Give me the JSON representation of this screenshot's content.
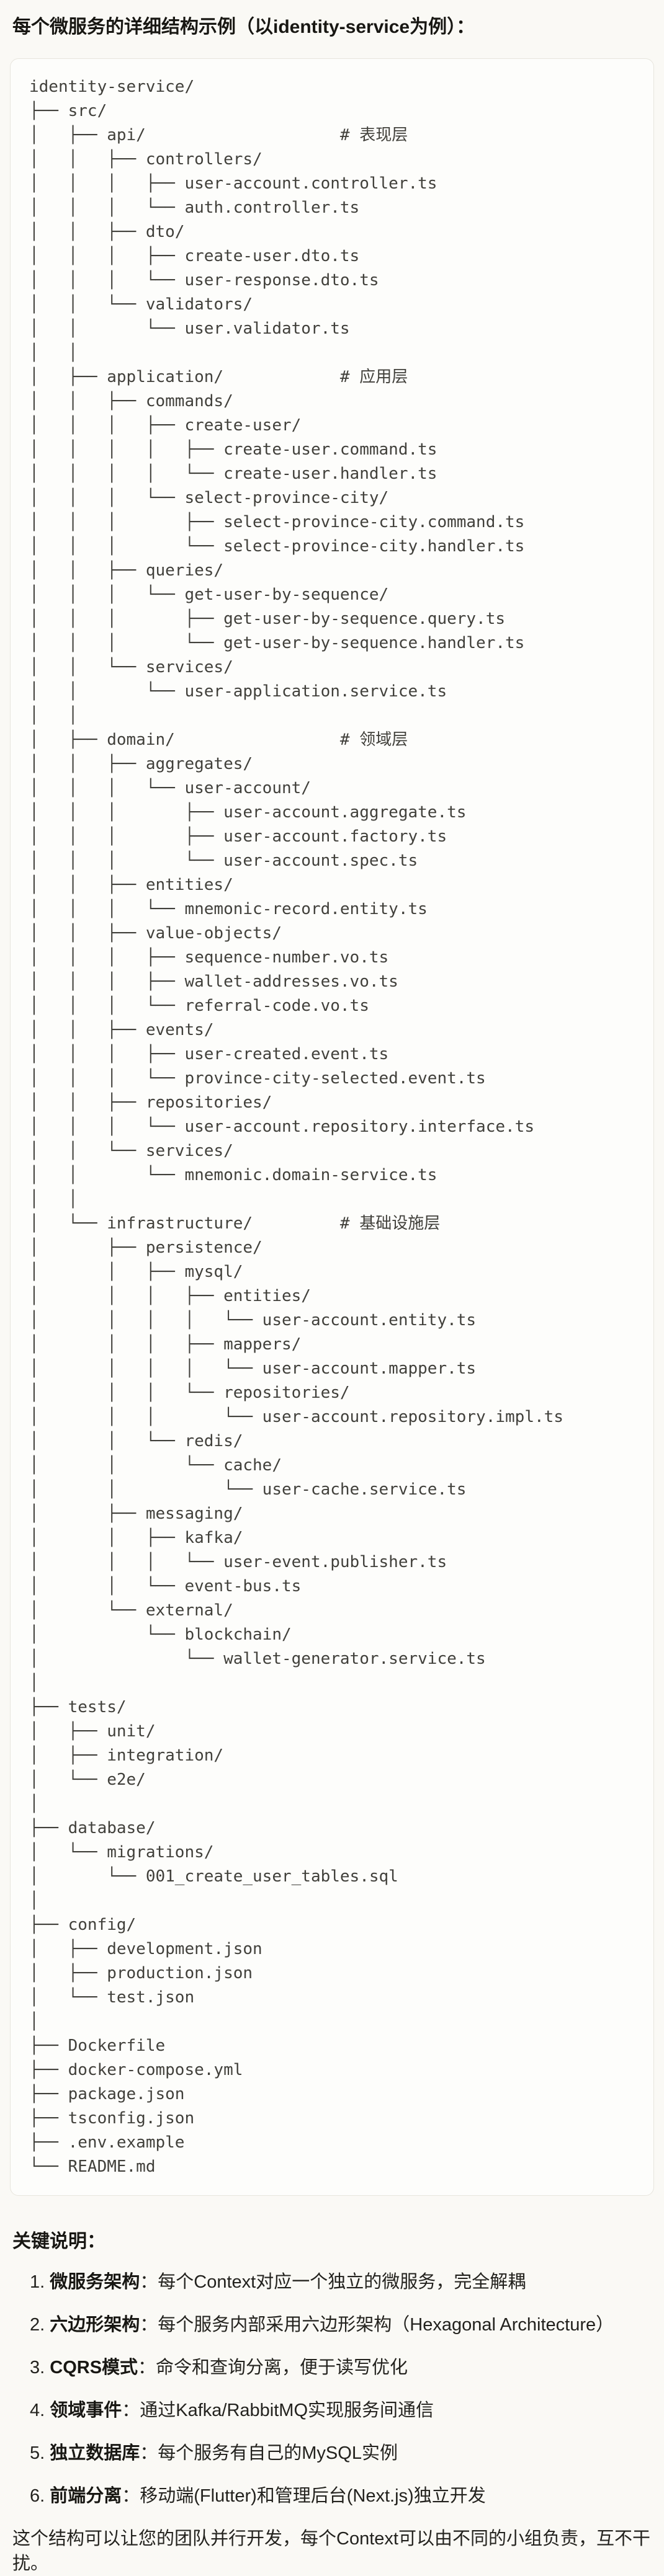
{
  "page": {
    "title": "每个微服务的详细结构示例（以identity-service为例）："
  },
  "code_block": {
    "lines": [
      "identity-service/",
      "├── src/",
      "│   ├── api/                    # 表现层",
      "│   │   ├── controllers/",
      "│   │   │   ├── user-account.controller.ts",
      "│   │   │   └── auth.controller.ts",
      "│   │   ├── dto/",
      "│   │   │   ├── create-user.dto.ts",
      "│   │   │   └── user-response.dto.ts",
      "│   │   └── validators/",
      "│   │       └── user.validator.ts",
      "│   │",
      "│   ├── application/            # 应用层",
      "│   │   ├── commands/",
      "│   │   │   ├── create-user/",
      "│   │   │   │   ├── create-user.command.ts",
      "│   │   │   │   └── create-user.handler.ts",
      "│   │   │   └── select-province-city/",
      "│   │   │       ├── select-province-city.command.ts",
      "│   │   │       └── select-province-city.handler.ts",
      "│   │   ├── queries/",
      "│   │   │   └── get-user-by-sequence/",
      "│   │   │       ├── get-user-by-sequence.query.ts",
      "│   │   │       └── get-user-by-sequence.handler.ts",
      "│   │   └── services/",
      "│   │       └── user-application.service.ts",
      "│   │",
      "│   ├── domain/                 # 领域层",
      "│   │   ├── aggregates/",
      "│   │   │   └── user-account/",
      "│   │   │       ├── user-account.aggregate.ts",
      "│   │   │       ├── user-account.factory.ts",
      "│   │   │       └── user-account.spec.ts",
      "│   │   ├── entities/",
      "│   │   │   └── mnemonic-record.entity.ts",
      "│   │   ├── value-objects/",
      "│   │   │   ├── sequence-number.vo.ts",
      "│   │   │   ├── wallet-addresses.vo.ts",
      "│   │   │   └── referral-code.vo.ts",
      "│   │   ├── events/",
      "│   │   │   ├── user-created.event.ts",
      "│   │   │   └── province-city-selected.event.ts",
      "│   │   ├── repositories/",
      "│   │   │   └── user-account.repository.interface.ts",
      "│   │   └── services/",
      "│   │       └── mnemonic.domain-service.ts",
      "│   │",
      "│   └── infrastructure/         # 基础设施层",
      "│       ├── persistence/",
      "│       │   ├── mysql/",
      "│       │   │   ├── entities/",
      "│       │   │   │   └── user-account.entity.ts",
      "│       │   │   ├── mappers/",
      "│       │   │   │   └── user-account.mapper.ts",
      "│       │   │   └── repositories/",
      "│       │   │       └── user-account.repository.impl.ts",
      "│       │   └── redis/",
      "│       │       └── cache/",
      "│       │           └── user-cache.service.ts",
      "│       ├── messaging/",
      "│       │   ├── kafka/",
      "│       │   │   └── user-event.publisher.ts",
      "│       │   └── event-bus.ts",
      "│       └── external/",
      "│           └── blockchain/",
      "│               └── wallet-generator.service.ts",
      "│",
      "├── tests/",
      "│   ├── unit/",
      "│   ├── integration/",
      "│   └── e2e/",
      "│",
      "├── database/",
      "│   └── migrations/",
      "│       └── 001_create_user_tables.sql",
      "│",
      "├── config/",
      "│   ├── development.json",
      "│   ├── production.json",
      "│   └── test.json",
      "│",
      "├── Dockerfile",
      "├── docker-compose.yml",
      "├── package.json",
      "├── tsconfig.json",
      "├── .env.example",
      "└── README.md"
    ]
  },
  "notes": {
    "heading": "关键说明：",
    "items": [
      {
        "num": "1.",
        "term": "微服务架构",
        "sep": "：",
        "desc": "每个Context对应一个独立的微服务，完全解耦"
      },
      {
        "num": "2.",
        "term": "六边形架构",
        "sep": "：",
        "desc": "每个服务内部采用六边形架构（Hexagonal Architecture）"
      },
      {
        "num": "3.",
        "term": "CQRS模式",
        "sep": "：",
        "desc": "命令和查询分离，便于读写优化"
      },
      {
        "num": "4.",
        "term": "领域事件",
        "sep": "：",
        "desc": "通过Kafka/RabbitMQ实现服务间通信"
      },
      {
        "num": "5.",
        "term": "独立数据库",
        "sep": "：",
        "desc": "每个服务有自己的MySQL实例"
      },
      {
        "num": "6.",
        "term": "前端分离",
        "sep": "：",
        "desc": "移动端(Flutter)和管理后台(Next.js)独立开发"
      }
    ],
    "closing": "这个结构可以让您的团队并行开发，每个Context可以由不同的小组负责，互不干扰。"
  }
}
